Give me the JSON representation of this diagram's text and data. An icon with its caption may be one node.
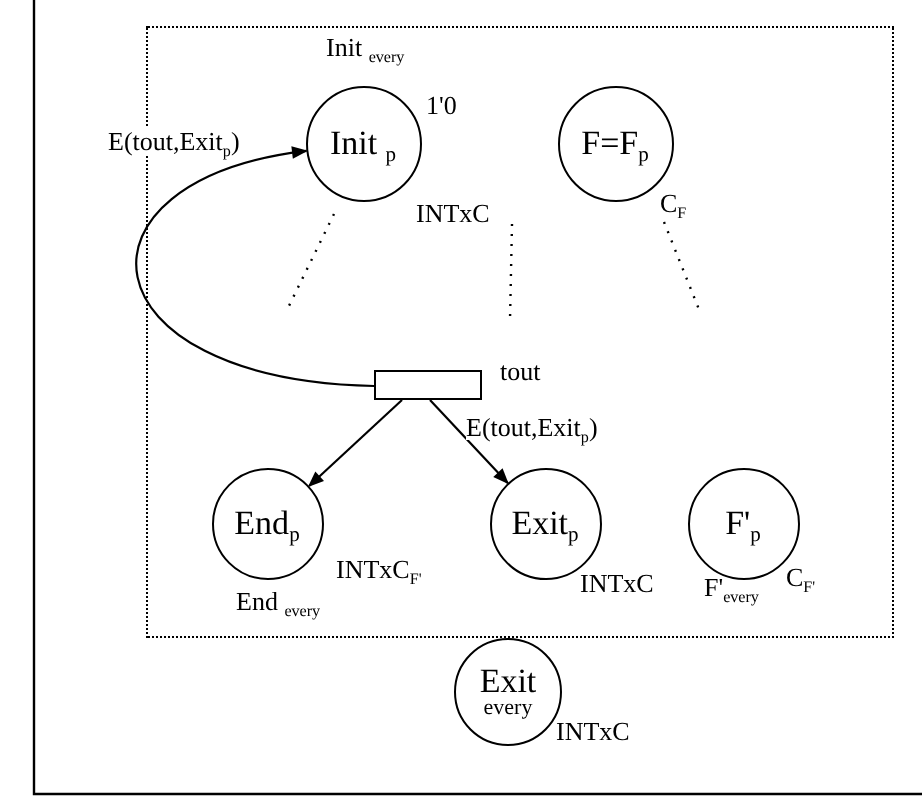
{
  "diagram": {
    "nodes": [
      {
        "text": [],
        "shape": "box"
      },
      {
        "text": [
          "Init $_{p}$"
        ],
        "in": 0,
        "beside": [
          "Init $_{every}$",
          "1'0",
          "INTxC"
        ]
      },
      {
        "text": [
          "F=F$_{p}$"
        ],
        "in": 0,
        "beside": [
          "C$_{F}$"
        ]
      },
      {
        "text": [],
        "shape": "box",
        "in": 0,
        "beside": [
          "tout"
        ]
      },
      {
        "text": [
          "End$_{p}$"
        ],
        "in": 0,
        "beside": [
          "INTxC$_{F'}$",
          "End $_{every}$"
        ]
      },
      {
        "text": [
          "Exit$_{p}$"
        ],
        "in": 0,
        "beside": [
          "INTxC"
        ]
      },
      {
        "text": [
          "F'$_{p}$"
        ],
        "in": 0,
        "beside": [
          "C$_{F'}$",
          "F'$_{every}$"
        ]
      },
      {
        "text": [
          "Exit",
          "every"
        ],
        "beside": [
          "INTxC"
        ]
      }
    ],
    "edges": [
      {
        "from": 3,
        "to": 1,
        "arrow": "to",
        "label": "E(tout,Exit$_{p}$)"
      },
      {
        "from": 3,
        "to": 4,
        "arrow": "to"
      },
      {
        "from": 3,
        "to": 5,
        "arrow": "to",
        "label": "E(tout,Exit$_{p}$)"
      }
    ]
  }
}
